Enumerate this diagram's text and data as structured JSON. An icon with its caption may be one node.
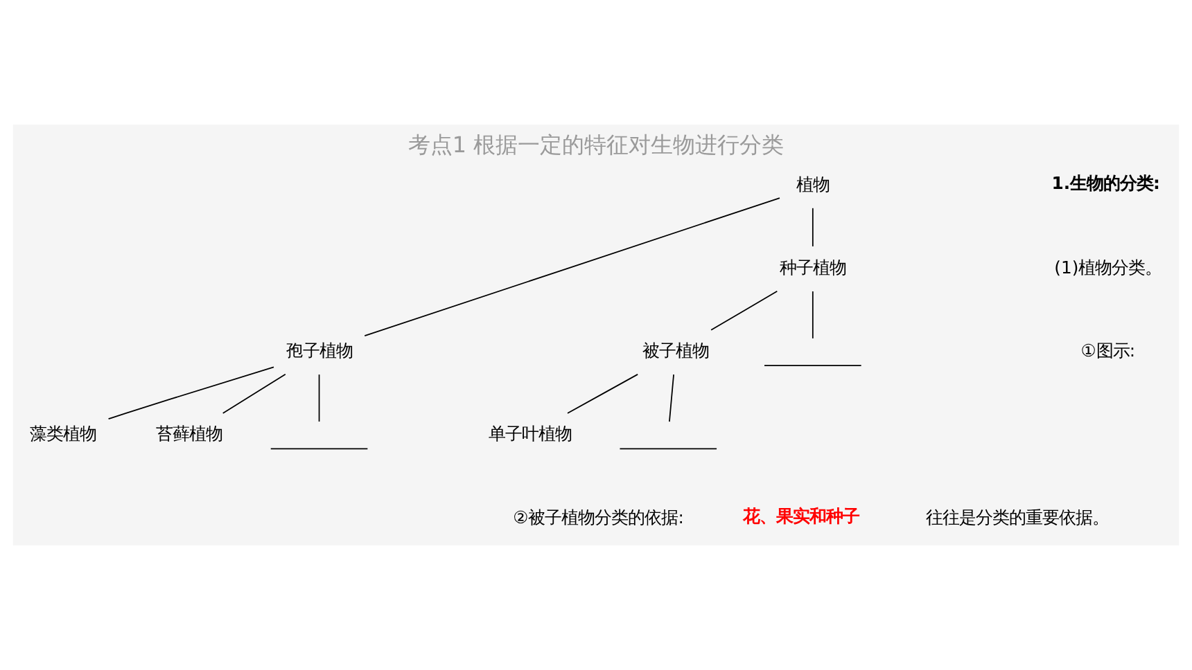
{
  "diagram": {
    "title": "考点1 根据一定的特征对生物进行分类",
    "nodes": [
      {
        "text": [
          "植物"
        ]
      },
      {
        "text": [
          "孢子植物"
        ]
      },
      {
        "text": [
          "种子植物"
        ]
      },
      {
        "text": [
          "藻类植物"
        ]
      },
      {
        "text": [
          "苔藓植物"
        ]
      },
      {
        "text": [],
        "shape": "line"
      },
      {
        "text": [
          "被子植物"
        ]
      },
      {
        "text": [],
        "shape": "line"
      },
      {
        "text": [
          "单子叶植物"
        ]
      },
      {
        "text": [],
        "shape": "line"
      }
    ],
    "edges": [
      {
        "from": 0,
        "to": 1,
        "arrow": "none"
      },
      {
        "from": 0,
        "to": 2,
        "arrow": "none"
      },
      {
        "from": 1,
        "to": 3,
        "arrow": "none"
      },
      {
        "from": 1,
        "to": 4,
        "arrow": "none"
      },
      {
        "from": 1,
        "to": 5,
        "arrow": "none"
      },
      {
        "from": 2,
        "to": 6,
        "arrow": "none"
      },
      {
        "from": 2,
        "to": 7,
        "arrow": "none"
      },
      {
        "from": 6,
        "to": 8,
        "arrow": "none"
      },
      {
        "from": 6,
        "to": 9,
        "arrow": "none"
      }
    ],
    "labels": [
      "1.生物的分类:",
      "(1)植物分类。",
      "①图示:",
      "②被子植物分类的依据:",
      "花、果实和种子",
      "往往是分类的重要依据。"
    ]
  }
}
